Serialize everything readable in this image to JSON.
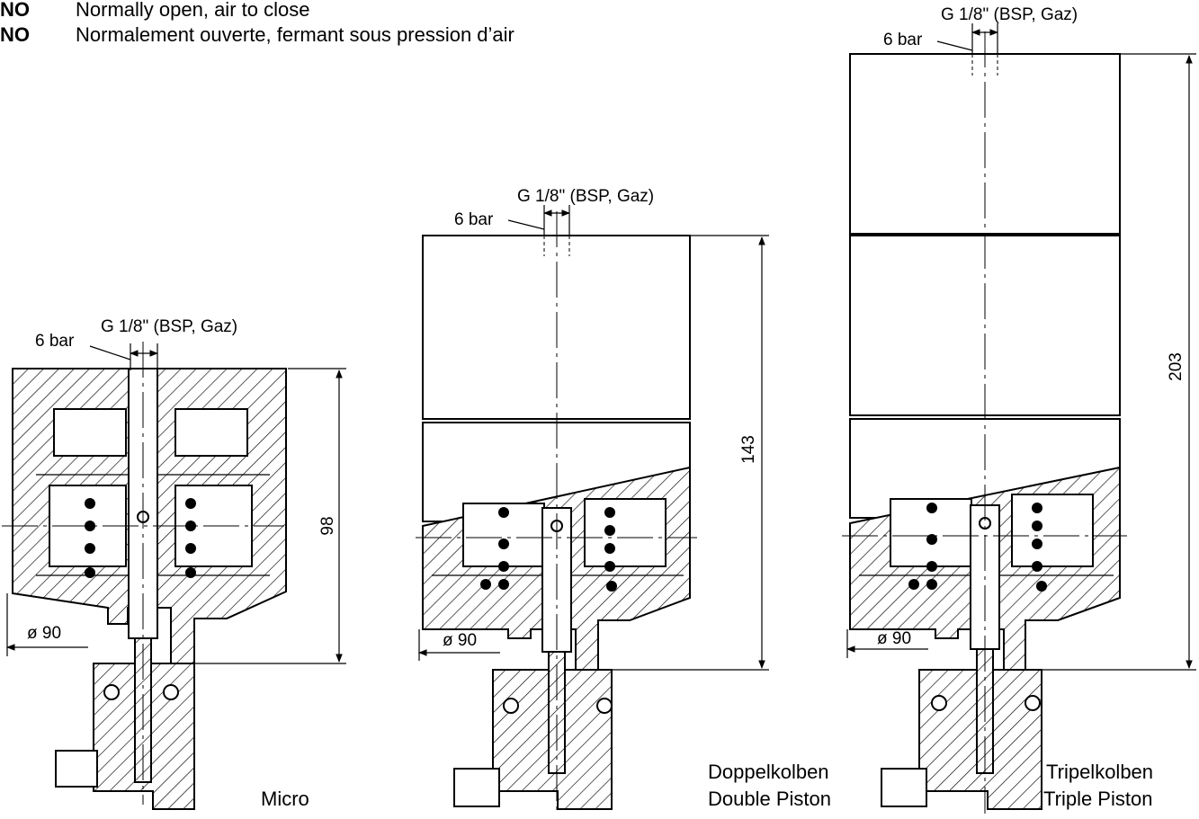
{
  "header": {
    "line1": {
      "code": "NO",
      "text": "Normally open, air to close"
    },
    "line2": {
      "code": "NO",
      "text": "Normalement ouverte, fermant sous pression d’air"
    }
  },
  "valves": [
    {
      "id": "micro",
      "pressure": "6 bar",
      "thread": "G 1/8\" (BSP, Gaz)",
      "diameter": "ø 90",
      "height": "98",
      "caption": [
        "Micro"
      ]
    },
    {
      "id": "double",
      "pressure": "6 bar",
      "thread": "G 1/8\" (BSP, Gaz)",
      "diameter": "ø 90",
      "height": "143",
      "caption": [
        "Doppelkolben",
        "Double Piston"
      ]
    },
    {
      "id": "triple",
      "pressure": "6 bar",
      "thread": "G 1/8\" (BSP, Gaz)",
      "diameter": "ø 90",
      "height": "203",
      "caption": [
        "Tripelkolben",
        "Triple Piston"
      ]
    }
  ]
}
